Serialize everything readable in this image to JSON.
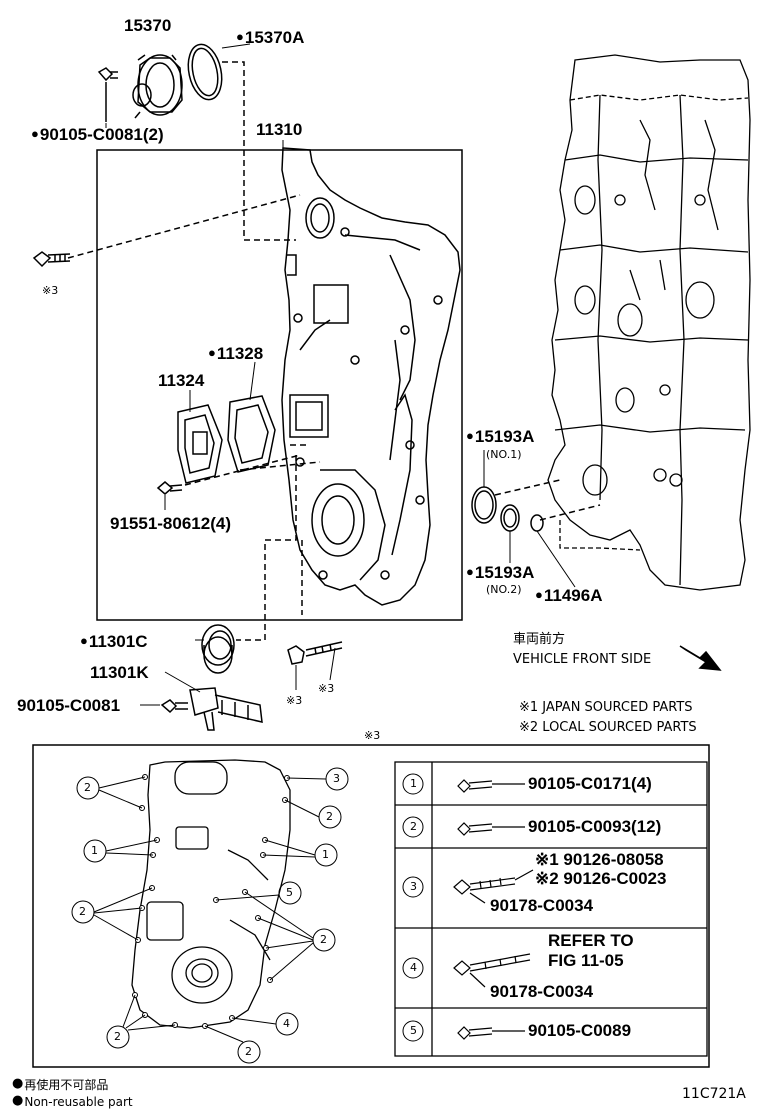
{
  "parts": {
    "p15370": "15370",
    "p15370A": "15370A",
    "p90105_c0081_2": "90105-C0081(2)",
    "p11310": "11310",
    "ref3_left": "※3",
    "p11328": "11328",
    "p11324": "11324",
    "p91551": "91551-80612(4)",
    "p15193A_1": "15193A",
    "no1": "(NO.1)",
    "p15193A_2": "15193A",
    "no2": "(NO.2)",
    "p11496A": "11496A",
    "p11301C": "11301C",
    "p11301K": "11301K",
    "p90105_c0081": "90105-C0081",
    "ref3_a": "※3",
    "ref3_b": "※3"
  },
  "direction": {
    "jp": "車両前方",
    "en": "VEHICLE FRONT SIDE"
  },
  "notes": {
    "n1": "※1 JAPAN SOURCED PARTS",
    "n2": "※2 LOCAL SOURCED PARTS"
  },
  "detail": {
    "title": "※3",
    "rows": [
      {
        "num": "1",
        "lines": [
          "90105-C0171(4)"
        ]
      },
      {
        "num": "2",
        "lines": [
          "90105-C0093(12)"
        ]
      },
      {
        "num": "3",
        "lines": [
          "※1 90126-08058",
          "※2 90126-C0023",
          "90178-C0034"
        ]
      },
      {
        "num": "4",
        "lines": [
          "REFER TO",
          "FIG 11-05",
          "90178-C0034"
        ]
      },
      {
        "num": "5",
        "lines": [
          "90105-C0089"
        ]
      }
    ],
    "callouts": [
      "2",
      "3",
      "2",
      "1",
      "1",
      "5",
      "2",
      "2",
      "2",
      "4",
      "2"
    ]
  },
  "legend": {
    "jp": "再使用不可部品",
    "en": "Non-reusable part"
  },
  "figure_code": "11C721A"
}
